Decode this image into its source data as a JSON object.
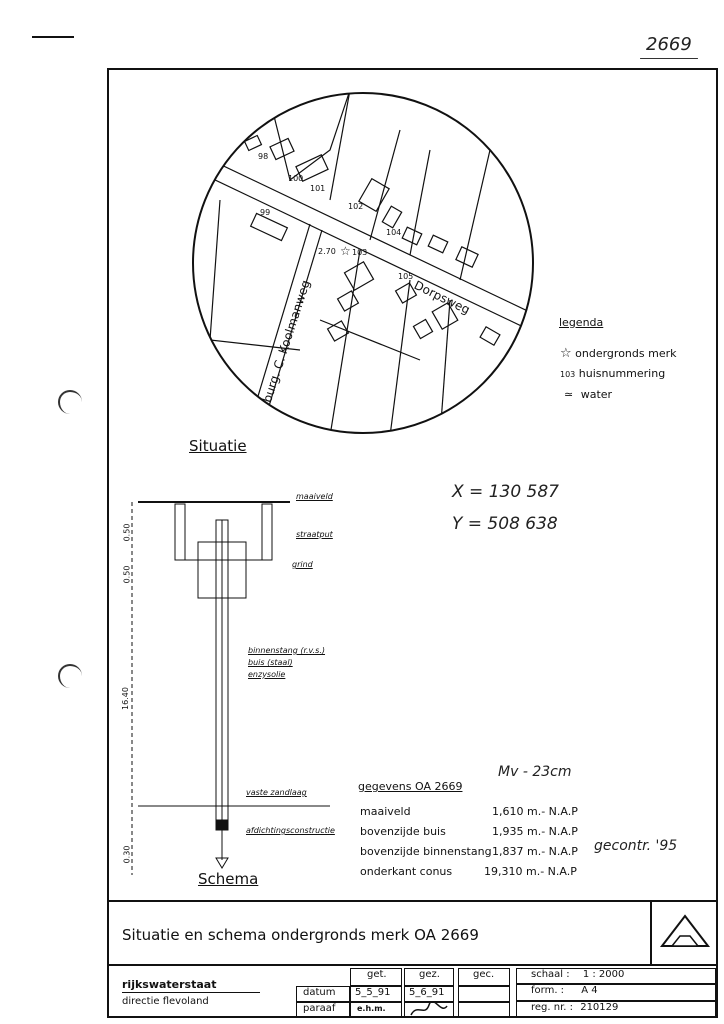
{
  "sheet_number": "2669",
  "map": {
    "house_numbers": [
      "98",
      "100",
      "101",
      "102",
      "99",
      "104",
      "103",
      "105"
    ],
    "street_dorpsweg": "Dorpsweg",
    "street_koolmanweg": "burg. C. Koolmanweg",
    "benchmark_label": "2.70"
  },
  "legend": {
    "title": "legenda",
    "items": [
      {
        "symbol": "☆",
        "label": "ondergronds merk"
      },
      {
        "symbol": "103",
        "label": "huisnummering"
      },
      {
        "symbol": "≃",
        "label": "water"
      }
    ]
  },
  "situatie_title": "Situatie",
  "coords": {
    "x": "X = 130 587",
    "y": "Y = 508 638"
  },
  "schema": {
    "title": "Schema",
    "labels": {
      "maaiveld": "maaiveld",
      "straatput": "straatput",
      "grind": "grind",
      "binnenstang": "binnenstang (r.v.s.)",
      "buis": "buis (staal)",
      "enzysolie": "enzysolie",
      "vaste_zandlaag": "vaste zandlaag",
      "afdichting": "afdichtingsconstructie"
    },
    "dims": [
      "0.50",
      "0.50",
      "16.40",
      "0.30"
    ]
  },
  "mv_note": "Mv - 23cm",
  "gegevens": {
    "title": "gegevens OA 2669",
    "rows": [
      {
        "label": "maaiveld",
        "value": "1,610 m.- N.A.P"
      },
      {
        "label": "bovenzijde buis",
        "value": "1,935 m.- N.A.P"
      },
      {
        "label": "bovenzijde binnenstang",
        "value": "1,837 m.- N.A.P"
      },
      {
        "label": "onderkant conus",
        "value": "19,310 m.- N.A.P"
      }
    ]
  },
  "gecontr_note": "gecontr. '95",
  "title_block": {
    "title": "Situatie en schema ondergronds merk OA 2669",
    "org_name": "rijkswaterstaat",
    "org_sub": "directie flevoland",
    "datum_label": "datum",
    "paraaf_label": "paraaf",
    "get_label": "get.",
    "gez_label": "gez.",
    "gec_label": "gec.",
    "get_date": "5_5_91",
    "gez_date": "5_6_91",
    "get_paraaf": "e.h.m.",
    "schaal_label": "schaal :",
    "schaal_value": "1 : 2000",
    "form_label": "form. :",
    "form_value": "A 4",
    "reg_label": "reg. nr. :",
    "reg_value": "210129"
  }
}
